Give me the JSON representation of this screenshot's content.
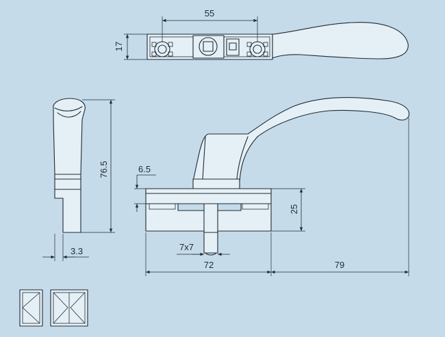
{
  "dimensions": {
    "d55": "55",
    "d17": "17",
    "d76_5": "76.5",
    "d6_5": "6.5",
    "d25": "25",
    "d7x7": "7x7",
    "d3_3": "3.3",
    "d72": "72",
    "d79": "79"
  },
  "icons": {
    "single_sash": "single-casement-window-icon",
    "double_sash": "double-casement-window-icon"
  },
  "colors": {
    "background": "#c6dbe9",
    "line": "#1e2a33",
    "part_fill": "#e4eff6"
  }
}
